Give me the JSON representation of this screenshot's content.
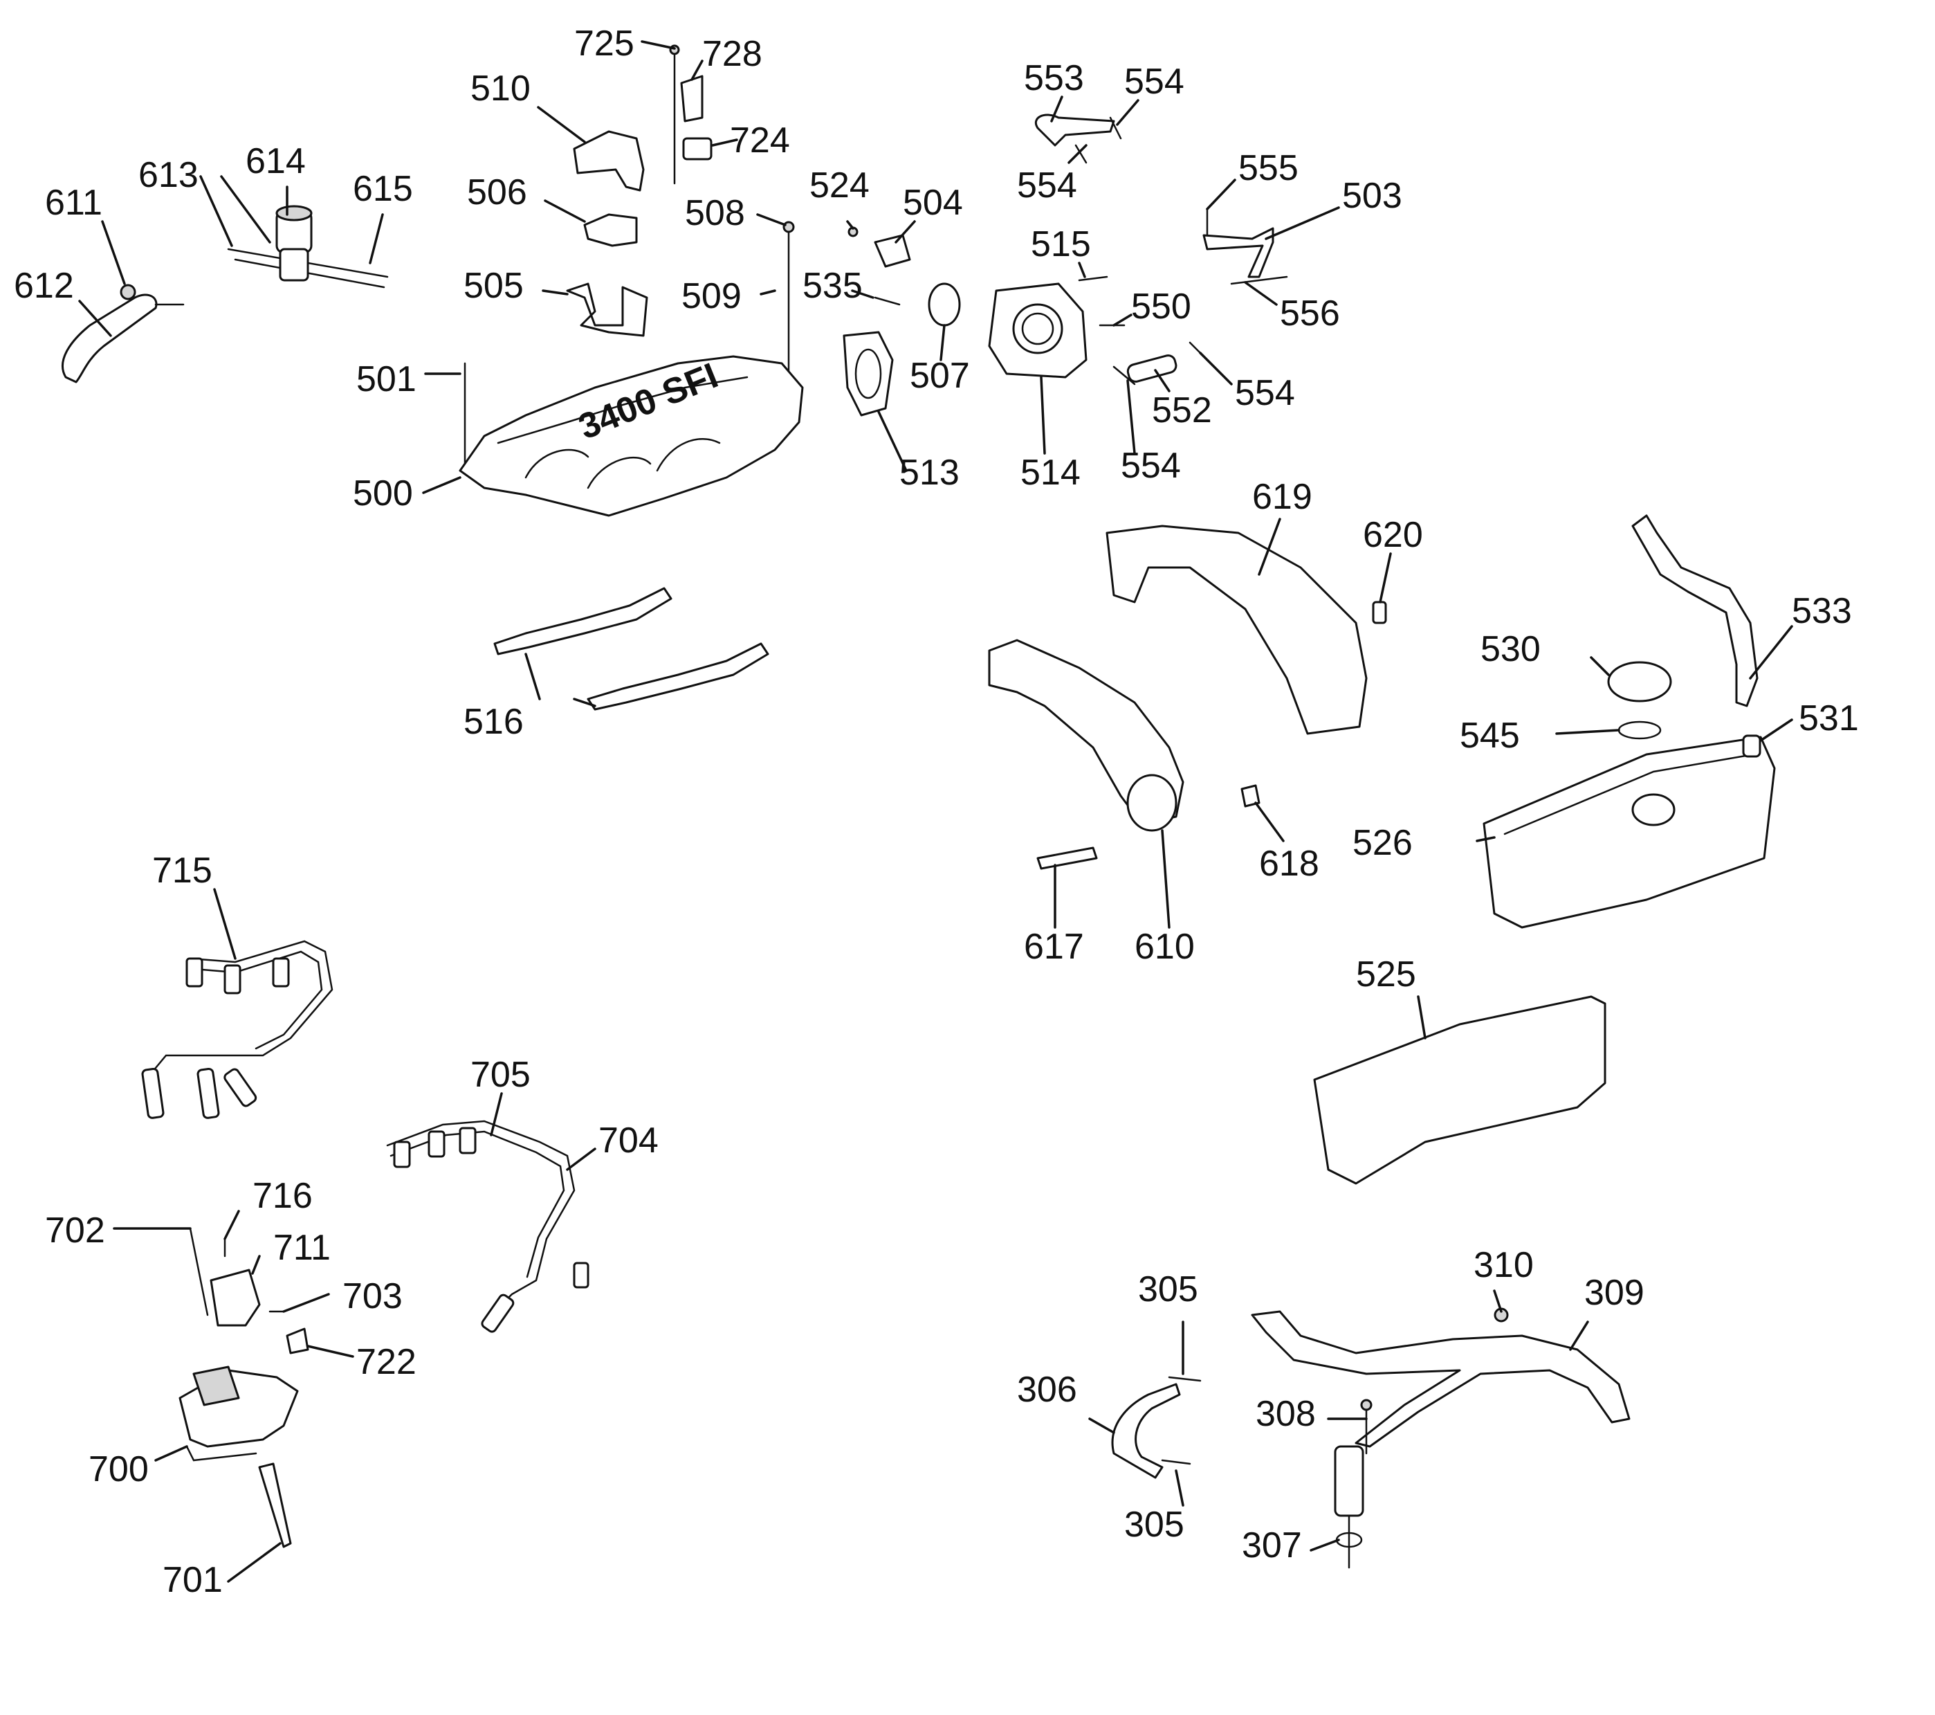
{
  "colors": {
    "background": "#ffffff",
    "line": "#111111",
    "shade": "#d6d6d6"
  },
  "callouts": [
    {
      "id": "c725",
      "text": "725"
    },
    {
      "id": "c728",
      "text": "728"
    },
    {
      "id": "c510",
      "text": "510"
    },
    {
      "id": "c724",
      "text": "724"
    },
    {
      "id": "c553",
      "text": "553"
    },
    {
      "id": "c554a",
      "text": "554"
    },
    {
      "id": "c554b",
      "text": "554"
    },
    {
      "id": "c614",
      "text": "614"
    },
    {
      "id": "c613",
      "text": "613"
    },
    {
      "id": "c615",
      "text": "615"
    },
    {
      "id": "c611",
      "text": "611"
    },
    {
      "id": "c612",
      "text": "612"
    },
    {
      "id": "c506",
      "text": "506"
    },
    {
      "id": "c524",
      "text": "524"
    },
    {
      "id": "c504",
      "text": "504"
    },
    {
      "id": "c508",
      "text": "508"
    },
    {
      "id": "c555",
      "text": "555"
    },
    {
      "id": "c503",
      "text": "503"
    },
    {
      "id": "c515",
      "text": "515"
    },
    {
      "id": "c505",
      "text": "505"
    },
    {
      "id": "c509",
      "text": "509"
    },
    {
      "id": "c535",
      "text": "535"
    },
    {
      "id": "c550",
      "text": "550"
    },
    {
      "id": "c556",
      "text": "556"
    },
    {
      "id": "c501",
      "text": "501"
    },
    {
      "id": "c507",
      "text": "507"
    },
    {
      "id": "c552",
      "text": "552"
    },
    {
      "id": "c554c",
      "text": "554"
    },
    {
      "id": "c500",
      "text": "500"
    },
    {
      "id": "c513",
      "text": "513"
    },
    {
      "id": "c514",
      "text": "514"
    },
    {
      "id": "c554d",
      "text": "554"
    },
    {
      "id": "c619",
      "text": "619"
    },
    {
      "id": "c620",
      "text": "620"
    },
    {
      "id": "c533",
      "text": "533"
    },
    {
      "id": "c530",
      "text": "530"
    },
    {
      "id": "c516",
      "text": "516"
    },
    {
      "id": "c545",
      "text": "545"
    },
    {
      "id": "c531",
      "text": "531"
    },
    {
      "id": "c526",
      "text": "526"
    },
    {
      "id": "c618",
      "text": "618"
    },
    {
      "id": "c617",
      "text": "617"
    },
    {
      "id": "c610",
      "text": "610"
    },
    {
      "id": "c715",
      "text": "715"
    },
    {
      "id": "c525",
      "text": "525"
    },
    {
      "id": "c705",
      "text": "705"
    },
    {
      "id": "c704",
      "text": "704"
    },
    {
      "id": "c716",
      "text": "716"
    },
    {
      "id": "c702",
      "text": "702"
    },
    {
      "id": "c711",
      "text": "711"
    },
    {
      "id": "c703",
      "text": "703"
    },
    {
      "id": "c722",
      "text": "722"
    },
    {
      "id": "c700",
      "text": "700"
    },
    {
      "id": "c701",
      "text": "701"
    },
    {
      "id": "c310",
      "text": "310"
    },
    {
      "id": "c305a",
      "text": "305"
    },
    {
      "id": "c309",
      "text": "309"
    },
    {
      "id": "c306",
      "text": "306"
    },
    {
      "id": "c308",
      "text": "308"
    },
    {
      "id": "c305b",
      "text": "305"
    },
    {
      "id": "c307",
      "text": "307"
    }
  ],
  "manifold_emboss": "3400 SFI"
}
